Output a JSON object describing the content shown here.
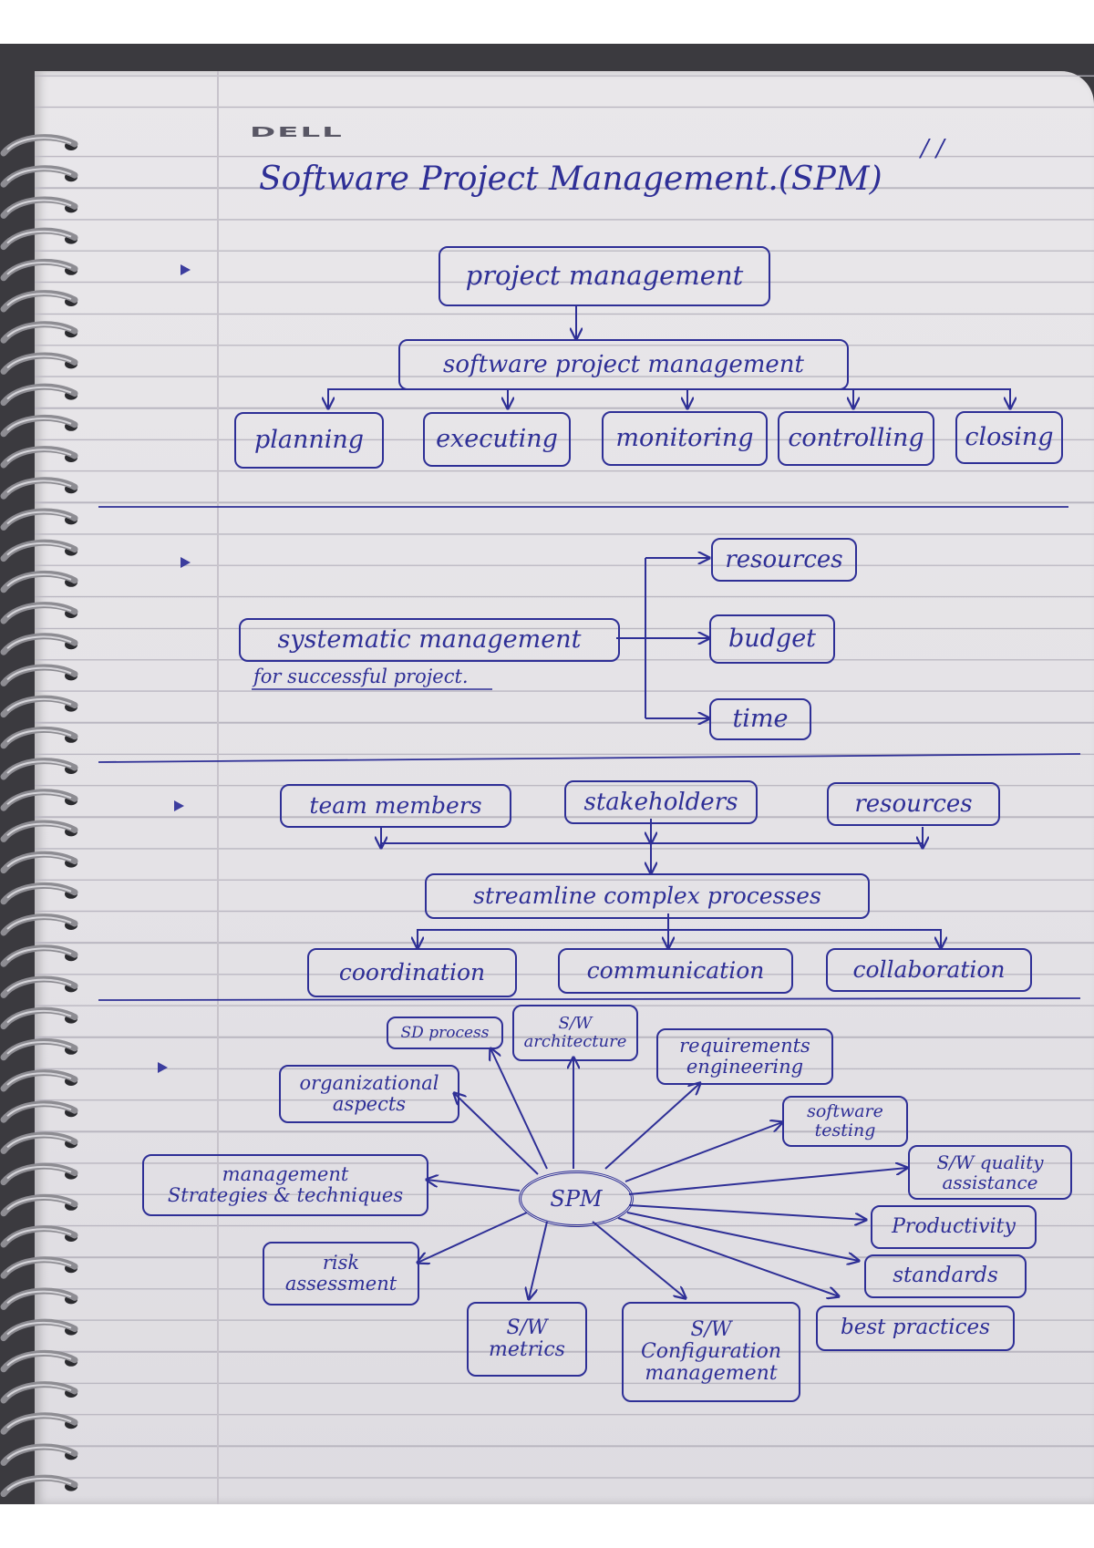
{
  "title": "Software Project Management.(SPM)",
  "date_marks": "/ /",
  "section1": {
    "top": "project management",
    "middle": "software project management",
    "phases": [
      "planning",
      "executing",
      "monitoring",
      "controlling",
      "closing"
    ]
  },
  "section2": {
    "main": "systematic management",
    "note": "for successful project.",
    "targets": [
      "resources",
      "budget",
      "time"
    ]
  },
  "section3": {
    "inputs": [
      "team members",
      "stakeholders",
      "resources"
    ],
    "center": "streamline complex processes",
    "outputs": [
      "coordination",
      "communication",
      "collaboration"
    ]
  },
  "section4": {
    "center": "SPM",
    "nodes": [
      "SD process",
      "S/W\narchitecture",
      "requirements\nengineering",
      "organizational\naspects",
      "software\ntesting",
      "management\nStrategies & techniques",
      "S/W quality\nassistance",
      "Productivity",
      "risk\nassessment",
      "standards",
      "best practices",
      "S/W\nmetrics",
      "S/W\nConfiguration\nmanagement"
    ]
  },
  "colors": {
    "ink": "#2e2f96",
    "paper": "#e6e4e8",
    "rule": "#b9b6c0"
  }
}
